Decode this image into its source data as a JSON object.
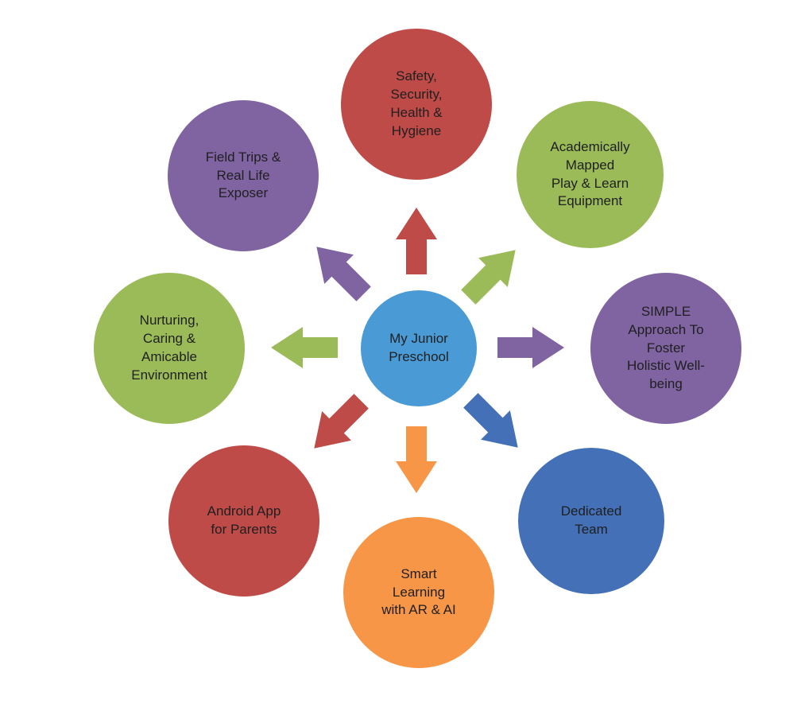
{
  "diagram": {
    "background": "#ffffff",
    "text_color": "#1f1f1f",
    "center": {
      "label": "My Junior\nPreschool",
      "color": "#4A9BD5"
    },
    "nodes": [
      {
        "name": "safety-security-health-hygiene",
        "label": "Safety,\nSecurity,\nHealth &\nHygiene",
        "color": "#BE4B48"
      },
      {
        "name": "academically-mapped-equipment",
        "label": "Academically\nMapped\nPlay & Learn\nEquipment",
        "color": "#9BBB59"
      },
      {
        "name": "simple-approach-holistic-wellbeing",
        "label": "SIMPLE\nApproach To\nFoster\nHolistic Well-\nbeing",
        "color": "#8064A2"
      },
      {
        "name": "dedicated-team",
        "label": "Dedicated\nTeam",
        "color": "#4470B7"
      },
      {
        "name": "smart-learning-ar-ai",
        "label": "Smart\nLearning\nwith AR & AI",
        "color": "#F79646"
      },
      {
        "name": "android-app-for-parents",
        "label": "Android App\nfor Parents",
        "color": "#BE4B48"
      },
      {
        "name": "nurturing-caring-environment",
        "label": "Nurturing,\nCaring &\nAmicable\nEnvironment",
        "color": "#9BBB59"
      },
      {
        "name": "field-trips-real-life-exposer",
        "label": "Field Trips &\nReal Life\nExposer",
        "color": "#8064A2"
      }
    ],
    "arrows": [
      {
        "direction": "up",
        "color": "#BE4B48"
      },
      {
        "direction": "up-right",
        "color": "#9BBB59"
      },
      {
        "direction": "right",
        "color": "#8064A2"
      },
      {
        "direction": "down-right",
        "color": "#4470B7"
      },
      {
        "direction": "down",
        "color": "#F79646"
      },
      {
        "direction": "down-left",
        "color": "#BE4B48"
      },
      {
        "direction": "left",
        "color": "#9BBB59"
      },
      {
        "direction": "up-left",
        "color": "#8064A2"
      }
    ]
  }
}
